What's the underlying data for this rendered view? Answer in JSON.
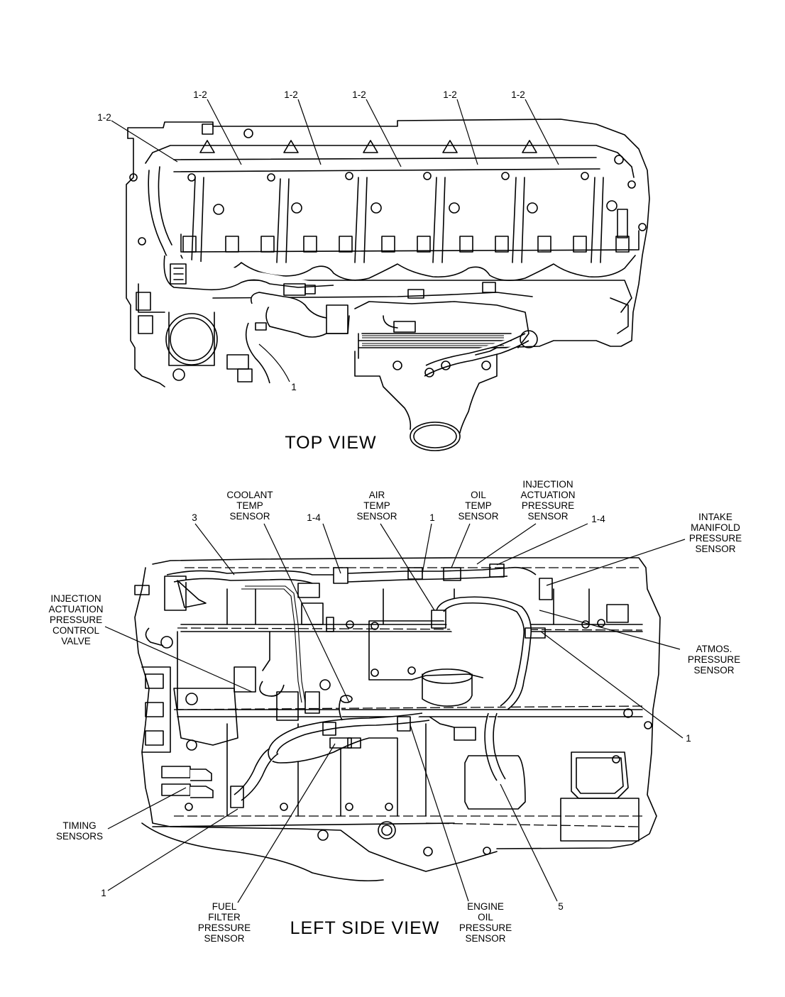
{
  "top_view": {
    "title": "TOP VIEW",
    "callouts": [
      "1-2",
      "1-2",
      "1-2",
      "1-2",
      "1-2",
      "1-2",
      "1"
    ]
  },
  "left_side_view": {
    "title": "LEFT SIDE VIEW",
    "callouts": {
      "coolant_temp_sensor": [
        "COOLANT",
        "TEMP",
        "SENSOR"
      ],
      "air_temp_sensor": [
        "AIR",
        "TEMP",
        "SENSOR"
      ],
      "oil_temp_sensor": [
        "OIL",
        "TEMP",
        "SENSOR"
      ],
      "injection_actuation_pressure_sensor": [
        "INJECTION",
        "ACTUATION",
        "PRESSURE",
        "SENSOR"
      ],
      "intake_manifold_pressure_sensor": [
        "INTAKE",
        "MANIFOLD",
        "PRESSURE",
        "SENSOR"
      ],
      "injection_actuation_pressure_control_valve": [
        "INJECTION",
        "ACTUATION",
        "PRESSURE",
        "CONTROL",
        "VALVE"
      ],
      "atmos_pressure_sensor": [
        "ATMOS.",
        "PRESSURE",
        "SENSOR"
      ],
      "timing_sensors": [
        "TIMING",
        "SENSORS"
      ],
      "fuel_filter_pressure_sensor": [
        "FUEL",
        "FILTER",
        "PRESSURE",
        "SENSOR"
      ],
      "engine_oil_pressure_sensor": [
        "ENGINE",
        "OIL",
        "PRESSURE",
        "SENSOR"
      ],
      "num_3": "3",
      "num_1_4_left": "1-4",
      "num_1_top": "1",
      "num_1_4_right": "1-4",
      "num_1_right": "1",
      "num_1_bottom_left": "1",
      "num_5": "5"
    }
  }
}
